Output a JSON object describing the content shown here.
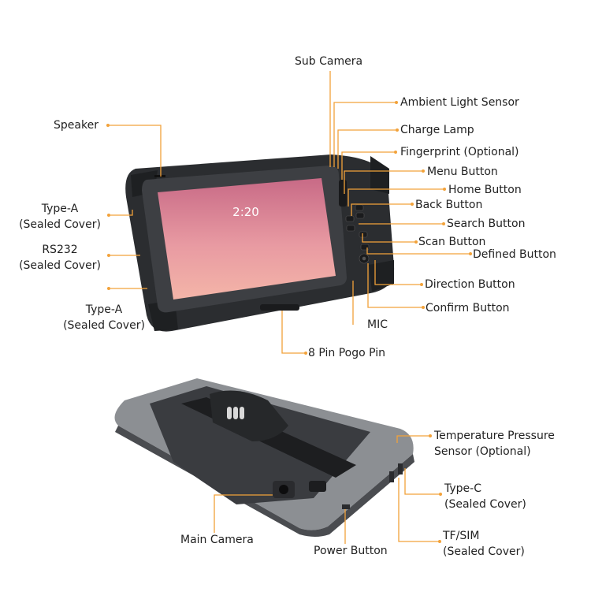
{
  "colors": {
    "leader": "#f2a23a",
    "body_dark": "#2b2d30",
    "body_mid": "#3d3f43",
    "frame_grey": "#8c8f93",
    "screen_top": "#c86a86",
    "screen_bottom": "#f4b5a8"
  },
  "screen": {
    "clock": "2:20"
  },
  "front_labels": {
    "sub_camera": "Sub Camera",
    "ambient_light_sensor": "Ambient Light Sensor",
    "speaker": "Speaker",
    "charge_lamp": "Charge Lamp",
    "fingerprint": "Fingerprint (Optional)",
    "menu_button": "Menu Button",
    "home_button": "Home Button",
    "back_button": "Back Button",
    "type_a_top": [
      "Type-A",
      "(Sealed Cover)"
    ],
    "search_button": "Search Button",
    "scan_button": "Scan Button",
    "rs232": [
      "RS232",
      "(Sealed Cover)"
    ],
    "defined_button": "Defined Button",
    "direction_button": "Direction Button",
    "type_a_bottom": [
      "Type-A",
      "(Sealed Cover)"
    ],
    "confirm_button": "Confirm Button",
    "mic": "MIC",
    "pogo_pin": "8 Pin Pogo Pin"
  },
  "back_labels": {
    "temperature_sensor": [
      "Temperature Pressure",
      "Sensor (Optional)"
    ],
    "type_c": [
      "Type-C",
      "(Sealed Cover)"
    ],
    "main_camera": "Main Camera",
    "tf_sim": [
      "TF/SIM",
      "(Sealed Cover)"
    ],
    "power_button": "Power Button"
  }
}
